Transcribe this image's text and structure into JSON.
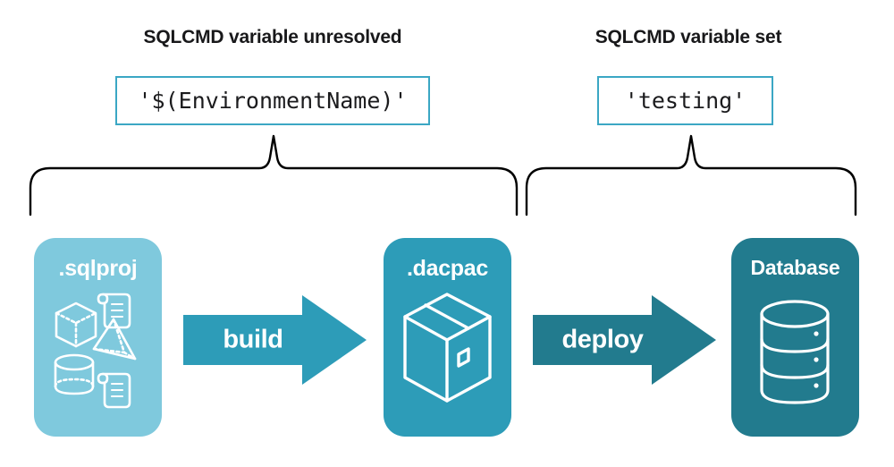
{
  "headings": {
    "left": "SQLCMD variable unresolved",
    "right": "SQLCMD variable set"
  },
  "value_boxes": {
    "left": "'$(EnvironmentName)'",
    "right": "'testing'"
  },
  "stages": [
    {
      "id": "sqlproj",
      "label": ".sqlproj",
      "color": "#7fc9dd",
      "icons": [
        "cube-icon",
        "scroll-icon",
        "pyramid-icon",
        "cylinder-icon",
        "scroll-icon"
      ]
    },
    {
      "id": "dacpac",
      "label": ".dacpac",
      "color": "#2d9cb8",
      "icons": [
        "package-box-icon"
      ]
    },
    {
      "id": "database",
      "label": "Database",
      "color": "#227b8e",
      "icons": [
        "database-cylinder-icon"
      ]
    }
  ],
  "arrows": [
    {
      "id": "build",
      "label": "build",
      "color": "#2d9cb8"
    },
    {
      "id": "deploy",
      "label": "deploy",
      "color": "#227b8e"
    }
  ],
  "braces": [
    {
      "id": "brace-left",
      "spans": [
        "sqlproj",
        "build",
        "dacpac"
      ]
    },
    {
      "id": "brace-right",
      "spans": [
        "dacpac",
        "deploy",
        "database"
      ]
    }
  ],
  "colors": {
    "light_blue": "#7fc9dd",
    "medium_blue": "#2d9cb8",
    "dark_teal": "#227b8e",
    "box_border": "#3ba7c4",
    "text": "#18181a",
    "background": "#ffffff",
    "brace_stroke": "#000000"
  }
}
